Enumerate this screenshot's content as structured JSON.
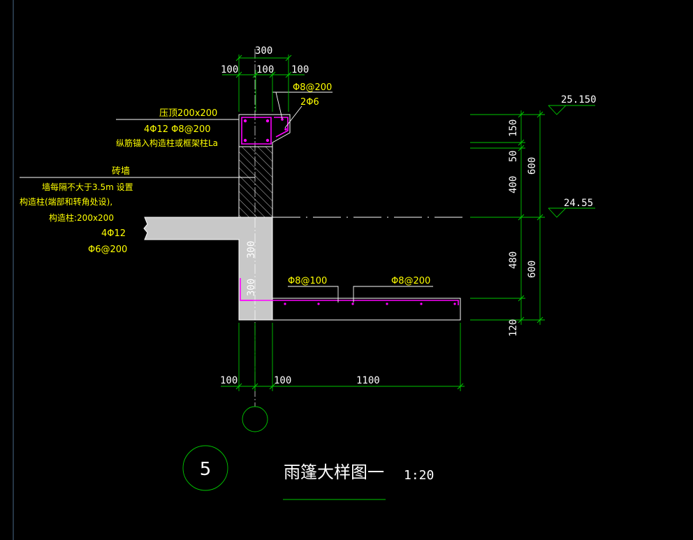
{
  "colors": {
    "background": "#000000",
    "dimension": "#00ff00",
    "rebar_text": "#ffff00",
    "leader": "#ffffff",
    "concrete": "#cccccc",
    "rebar": "#ff00ff",
    "hatch": "#ffffff",
    "dim_line": "#00c800"
  },
  "dims": {
    "top_total": "300",
    "top_a": "100",
    "top_b": "100",
    "top_c": "100",
    "right_150": "150",
    "right_50": "50",
    "right_400": "400",
    "right_600_top": "600",
    "right_480": "480",
    "right_600_bottom": "600",
    "right_120": "120",
    "bottom_a": "100",
    "bottom_b": "100",
    "bottom_c": "1100",
    "vert_300_a": "300",
    "vert_300_b": "300"
  },
  "elevations": {
    "top": "25.150",
    "mid": "24.55"
  },
  "labels": {
    "rebar_top_right": "Φ8@200",
    "rebar_2phi6": "2Φ6",
    "beam_title": "压顶200x200",
    "beam_rebar": "4Φ12  Φ8@200",
    "beam_note": "纵筋锚入构造柱或框架柱La",
    "wall_title": "砖墙",
    "wall_note1": "墙每隔不大于3.5m 设置",
    "wall_note2": "构造柱(端部和转角处设),",
    "wall_note3": "构造柱:200x200",
    "wall_rebar1": "4Φ12",
    "wall_rebar2": "Φ6@200",
    "slab_rebar_left": "Φ8@100",
    "slab_rebar_right": "Φ8@200"
  },
  "title_block": {
    "number": "5",
    "title": "雨篷大样图一",
    "scale": "1:20"
  }
}
